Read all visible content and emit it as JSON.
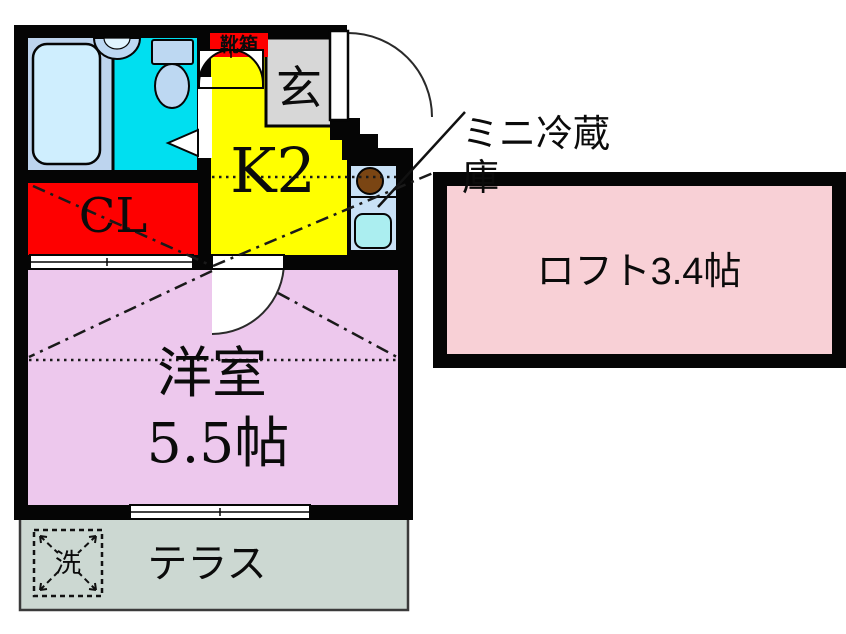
{
  "title": "apartment-floor-plan",
  "colors": {
    "wall": "#050505",
    "kitchen": "#ffff00",
    "closet": "#fe0000",
    "bathroom": "#00dff0",
    "bath_floor": "#bdd4ee",
    "tub": "#cfeefe",
    "fixture": "#bdd8f2",
    "genkan": "#d7d7d7",
    "western": "#edc8ed",
    "loft": "#f8d0d6",
    "terrace": "#ccd8d2",
    "nook": "#c9e1f6",
    "nook_sink": "#abeef0",
    "burner": "#7a4513",
    "shoebox_bg": "#fe0000",
    "shoebox_text": "#ffffff"
  },
  "rooms": {
    "kitchen": {
      "label": "K2"
    },
    "closet": {
      "label": "CL"
    },
    "genkan": {
      "label": "玄"
    },
    "shoebox": {
      "label": "靴箱"
    },
    "western": {
      "label": "洋室",
      "size": "5.5帖"
    },
    "loft": {
      "label": "ロフト3.4帖"
    },
    "terrace": {
      "label": "テラス"
    },
    "washer": {
      "label": "洗"
    }
  },
  "annotations": {
    "fridge": {
      "line1": "ミニ冷蔵",
      "line2": "庫"
    }
  }
}
